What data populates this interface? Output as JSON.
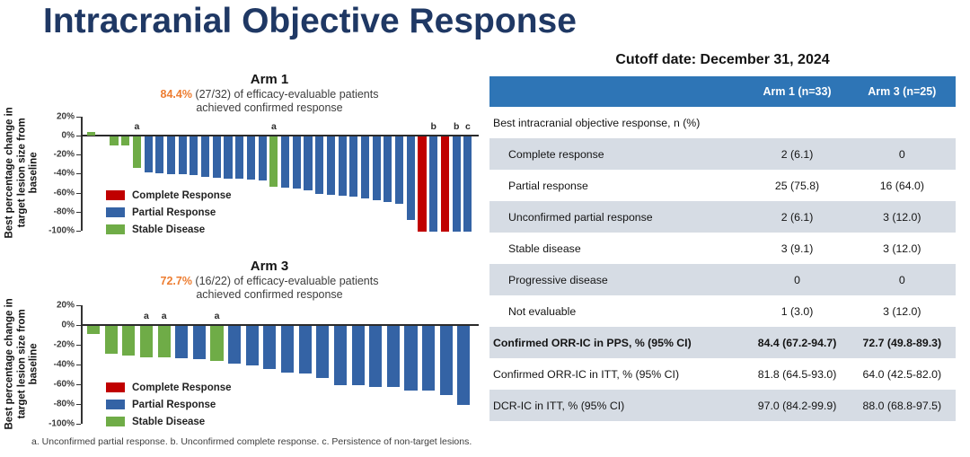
{
  "title": "Intracranial Objective Response",
  "footnote": "a. Unconfirmed partial response. b. Unconfirmed complete response. c. Persistence of non-target lesions.",
  "colors": {
    "title_navy": "#1F3864",
    "accent_orange": "#ED7D31",
    "bar_blue": "#3463A5",
    "bar_red": "#C00000",
    "bar_green": "#6FAC47",
    "table_header_blue": "#2E75B6",
    "table_stripe_gray": "#D6DCE4"
  },
  "legend": [
    {
      "key": "CR",
      "label": "Complete Response",
      "color": "#C00000"
    },
    {
      "key": "PR",
      "label": "Partial Response",
      "color": "#3463A5"
    },
    {
      "key": "SD",
      "label": "Stable Disease",
      "color": "#6FAC47"
    }
  ],
  "chart_data": [
    {
      "type": "bar",
      "title": "Arm 1",
      "highlight": "84.4%",
      "subtitle_rest": " (27/32) of efficacy-evaluable patients",
      "subtitle_line2": "achieved confirmed response",
      "ylabel": "Best percentage change in target lesion size from baseline",
      "ylim": [
        -100,
        20
      ],
      "yticks": [
        20,
        0,
        -20,
        -40,
        -60,
        -80,
        -100
      ],
      "grid": false,
      "legend_position": "lower-left",
      "bars": [
        {
          "v": 4,
          "cat": "SD"
        },
        {
          "v": 0,
          "cat": "SD"
        },
        {
          "v": -9,
          "cat": "SD"
        },
        {
          "v": -9,
          "cat": "SD"
        },
        {
          "v": -33,
          "cat": "SD",
          "n": "a"
        },
        {
          "v": -38,
          "cat": "PR"
        },
        {
          "v": -39,
          "cat": "PR"
        },
        {
          "v": -40,
          "cat": "PR"
        },
        {
          "v": -40,
          "cat": "PR"
        },
        {
          "v": -41,
          "cat": "PR"
        },
        {
          "v": -42,
          "cat": "PR"
        },
        {
          "v": -43,
          "cat": "PR"
        },
        {
          "v": -44,
          "cat": "PR"
        },
        {
          "v": -44,
          "cat": "PR"
        },
        {
          "v": -45,
          "cat": "PR"
        },
        {
          "v": -46,
          "cat": "PR"
        },
        {
          "v": -53,
          "cat": "SD",
          "n": "a"
        },
        {
          "v": -54,
          "cat": "PR"
        },
        {
          "v": -55,
          "cat": "PR"
        },
        {
          "v": -57,
          "cat": "PR"
        },
        {
          "v": -60,
          "cat": "PR"
        },
        {
          "v": -61,
          "cat": "PR"
        },
        {
          "v": -62,
          "cat": "PR"
        },
        {
          "v": -63,
          "cat": "PR"
        },
        {
          "v": -65,
          "cat": "PR"
        },
        {
          "v": -67,
          "cat": "PR"
        },
        {
          "v": -69,
          "cat": "PR"
        },
        {
          "v": -71,
          "cat": "PR"
        },
        {
          "v": -88,
          "cat": "PR"
        },
        {
          "v": -100,
          "cat": "CR"
        },
        {
          "v": -100,
          "cat": "PR",
          "n": "b"
        },
        {
          "v": -100,
          "cat": "CR"
        },
        {
          "v": -100,
          "cat": "PR",
          "n": "b"
        },
        {
          "v": -100,
          "cat": "PR",
          "n": "c"
        }
      ]
    },
    {
      "type": "bar",
      "title": "Arm 3",
      "highlight": "72.7%",
      "subtitle_rest": " (16/22) of efficacy-evaluable patients",
      "subtitle_line2": "achieved confirmed response",
      "ylabel": "Best percentage change in target lesion size from baseline",
      "ylim": [
        -100,
        20
      ],
      "yticks": [
        20,
        0,
        -20,
        -40,
        -60,
        -80,
        -100
      ],
      "grid": false,
      "legend_position": "lower-left",
      "bars": [
        {
          "v": -8,
          "cat": "SD"
        },
        {
          "v": -28,
          "cat": "SD"
        },
        {
          "v": -30,
          "cat": "SD"
        },
        {
          "v": -32,
          "cat": "SD",
          "n": "a"
        },
        {
          "v": -32,
          "cat": "SD",
          "n": "a"
        },
        {
          "v": -33,
          "cat": "PR"
        },
        {
          "v": -34,
          "cat": "PR"
        },
        {
          "v": -35,
          "cat": "SD",
          "n": "a"
        },
        {
          "v": -38,
          "cat": "PR"
        },
        {
          "v": -40,
          "cat": "PR"
        },
        {
          "v": -44,
          "cat": "PR"
        },
        {
          "v": -47,
          "cat": "PR"
        },
        {
          "v": -48,
          "cat": "PR"
        },
        {
          "v": -53,
          "cat": "PR"
        },
        {
          "v": -60,
          "cat": "PR"
        },
        {
          "v": -60,
          "cat": "PR"
        },
        {
          "v": -62,
          "cat": "PR"
        },
        {
          "v": -62,
          "cat": "PR"
        },
        {
          "v": -65,
          "cat": "PR"
        },
        {
          "v": -65,
          "cat": "PR"
        },
        {
          "v": -70,
          "cat": "PR"
        },
        {
          "v": -80,
          "cat": "PR"
        }
      ]
    }
  ],
  "table": {
    "cutoff": "Cutoff date: December 31, 2024",
    "columns": [
      "",
      "Arm 1 (n=33)",
      "Arm 3 (n=25)"
    ],
    "rows": [
      {
        "label": "Best intracranial objective response, n (%)",
        "arm1": "",
        "arm3": "",
        "style": "section"
      },
      {
        "label": "Complete response",
        "arm1": "2 (6.1)",
        "arm3": "0",
        "style": "sub"
      },
      {
        "label": "Partial response",
        "arm1": "25 (75.8)",
        "arm3": "16 (64.0)",
        "style": "sub"
      },
      {
        "label": "Unconfirmed partial response",
        "arm1": "2 (6.1)",
        "arm3": "3 (12.0)",
        "style": "sub"
      },
      {
        "label": "Stable disease",
        "arm1": "3 (9.1)",
        "arm3": "3 (12.0)",
        "style": "sub"
      },
      {
        "label": "Progressive disease",
        "arm1": "0",
        "arm3": "0",
        "style": "sub"
      },
      {
        "label": "Not evaluable",
        "arm1": "1 (3.0)",
        "arm3": "3 (12.0)",
        "style": "sub"
      },
      {
        "label": "Confirmed ORR-IC in PPS, % (95% CI)",
        "arm1": "84.4 (67.2-94.7)",
        "arm3": "72.7 (49.8-89.3)",
        "style": "bold"
      },
      {
        "label": "Confirmed ORR-IC in ITT, % (95% CI)",
        "arm1": "81.8 (64.5-93.0)",
        "arm3": "64.0 (42.5-82.0)",
        "style": "plain"
      },
      {
        "label": "DCR-IC in ITT, % (95% CI)",
        "arm1": "97.0 (84.2-99.9)",
        "arm3": "88.0 (68.8-97.5)",
        "style": "plain"
      }
    ]
  }
}
